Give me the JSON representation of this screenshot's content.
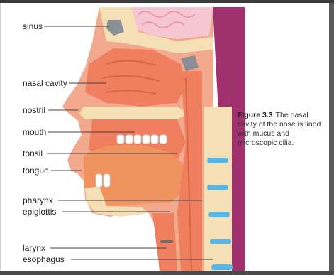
{
  "labels": {
    "sinus": "sinus",
    "nasal_cavity": "nasal cavity",
    "nostril": "nostril",
    "mouth": "mouth",
    "tonsil": "tonsil",
    "tongue": "tongue",
    "pharynx": "pharynx",
    "epiglottis": "epiglottis",
    "larynx": "larynx",
    "esophagus": "esophagus"
  },
  "caption": {
    "figure": "Figure 3.3",
    "text": "The nasal cavity of the nose is lined with mucus and microscopic cilia."
  },
  "colors": {
    "skin": "#f2a98e",
    "mucosa": "#ef7f5f",
    "bone": "#f5dfb5",
    "disc": "#5bb6e6",
    "brain": "#f6c7d2",
    "sinus_space": "#8a8f96",
    "purple": "#a0306e"
  }
}
